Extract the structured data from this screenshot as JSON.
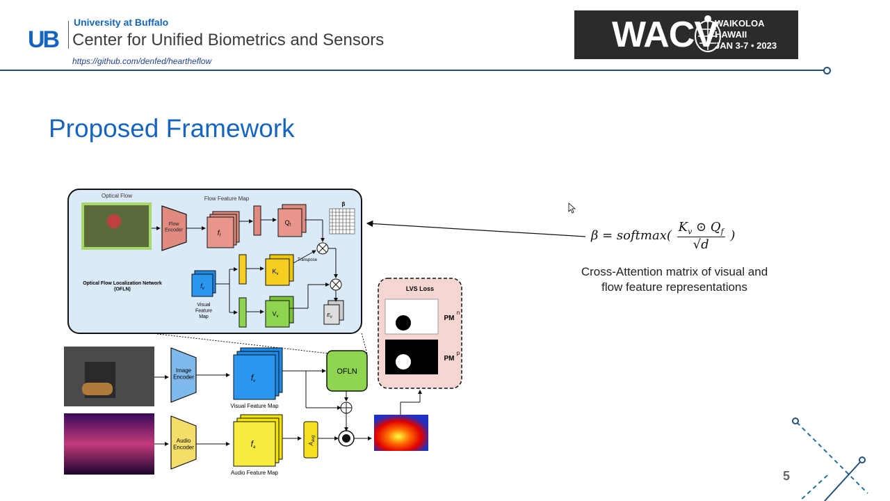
{
  "header": {
    "logo_text": "UB",
    "university": "University at Buffalo",
    "center": "Center for Unified Biometrics and Sensors",
    "link": "https://github.com/denfed/heartheflow"
  },
  "conference_logo": {
    "name": "WACV",
    "location_line1": "WAIKOLOA",
    "location_line2": "HAWAII",
    "dates": "JAN 3-7 • 2023"
  },
  "slide": {
    "title": "Proposed Framework",
    "caption": "Cross-Attention matrix of visual and flow feature representations",
    "page_number": "5"
  },
  "diagram": {
    "optical_flow": "Optical Flow",
    "flow_feature_map": "Flow Feature Map",
    "flow_encoder": "Flow Encoder",
    "ff": "f",
    "ff_sub": "f",
    "qf": "Q",
    "qf_sub": "f",
    "beta": "β",
    "transpose": "Transpose",
    "kv": "K",
    "kv_sub": "v",
    "vv": "V",
    "vv_sub": "v",
    "ev": "E",
    "ev_sub": "v",
    "oflin_name": "Optical Flow Localization Network (OFLN)",
    "fv": "f",
    "fv_sub": "v",
    "visual_feature_map": "Visual Feature Map",
    "image_encoder": "Image Encoder",
    "audio_encoder": "Audio Encoder",
    "fa": "f",
    "fa_sub": "a",
    "audio_feature_map": "Audio Feature Map",
    "oflin": "OFLN",
    "a_avg": "A",
    "a_avg_sub": "avg",
    "lvs_loss": "LVS Loss",
    "pm_n": "PM",
    "pm_n_sup": "n",
    "pm_p": "PM",
    "pm_p_sup": "p"
  },
  "formula": {
    "lhs": "β = softmax(",
    "num": "K",
    "num_sub": "v",
    "odot": " ⊙ Q",
    "num_sub2": "f",
    "den": "√d",
    "rhs": ")"
  },
  "icons": [
    "turtle-icon",
    "cursor-icon"
  ]
}
